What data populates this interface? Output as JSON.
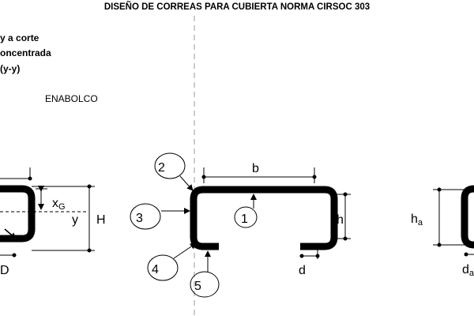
{
  "document": {
    "title": "DISEÑO DE CORREAS PARA CUBIERTA  NORMA CIRSOC 303",
    "side_lines": [
      "y a corte",
      "oncentrada",
      "(y-y)"
    ],
    "brand": "ENABOLCO"
  },
  "figures": {
    "left_section": {
      "xg_label": "x",
      "xg_subscript": "G",
      "y_label": "y",
      "H_label": "H",
      "D_label": "D"
    },
    "center_section": {
      "b_label": "b",
      "h_label": "h",
      "d_label": "d",
      "callouts": [
        "1",
        "2",
        "3",
        "4",
        "5"
      ]
    },
    "right_section": {
      "ha_label": "h",
      "ha_subscript": "a",
      "da_label": "d",
      "da_subscript": "a"
    }
  }
}
